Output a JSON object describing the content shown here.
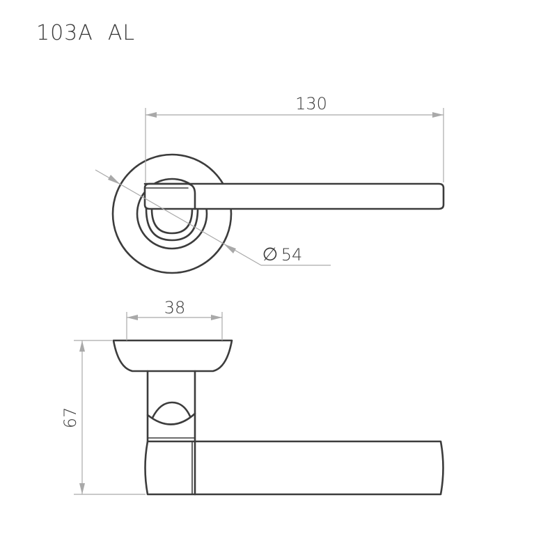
{
  "title": "103A  AL",
  "dimensions": {
    "length": "130",
    "rosette_diameter": "54",
    "diameter_symbol": "∅",
    "rosette_width": "38",
    "projection": "67"
  },
  "colors": {
    "outline": "#3c3c3c",
    "dimension_line": "#a9a9a9",
    "text": "#3a3a3a"
  }
}
